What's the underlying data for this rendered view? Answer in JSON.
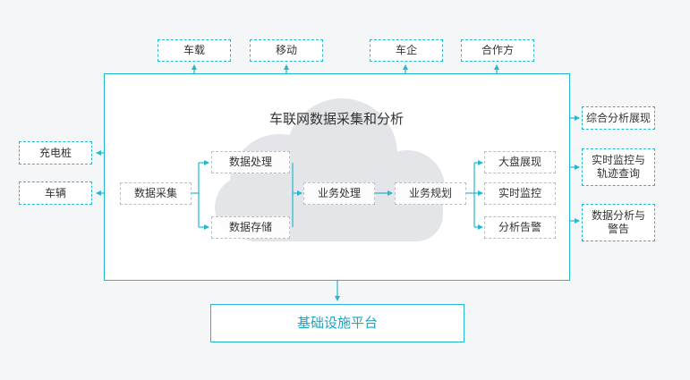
{
  "diagram": {
    "title": "车联网数据采集和分析",
    "top_nodes": [
      "车载",
      "移动",
      "车企",
      "合作方"
    ],
    "left_nodes": [
      "充电桩",
      "车辆"
    ],
    "pipeline": {
      "collect": "数据采集",
      "process": "数据处理",
      "store": "数据存储",
      "business_process": "业务处理",
      "business_plan": "业务规划"
    },
    "inner_outputs": [
      "大盘展现",
      "实时监控",
      "分析告警"
    ],
    "right_outputs": [
      {
        "line1": "综合分析展现",
        "line2": ""
      },
      {
        "line1": "实时监控与",
        "line2": "轨迹查询"
      },
      {
        "line1": "数据分析与",
        "line2": "警告"
      }
    ],
    "base_platform": "基础设施平台"
  },
  "colors": {
    "accent": "#23b7d0",
    "inner_border": "#b9bec4",
    "cloud": "#e3e5e8",
    "background": "#f5f6f8",
    "text": "#333333"
  }
}
